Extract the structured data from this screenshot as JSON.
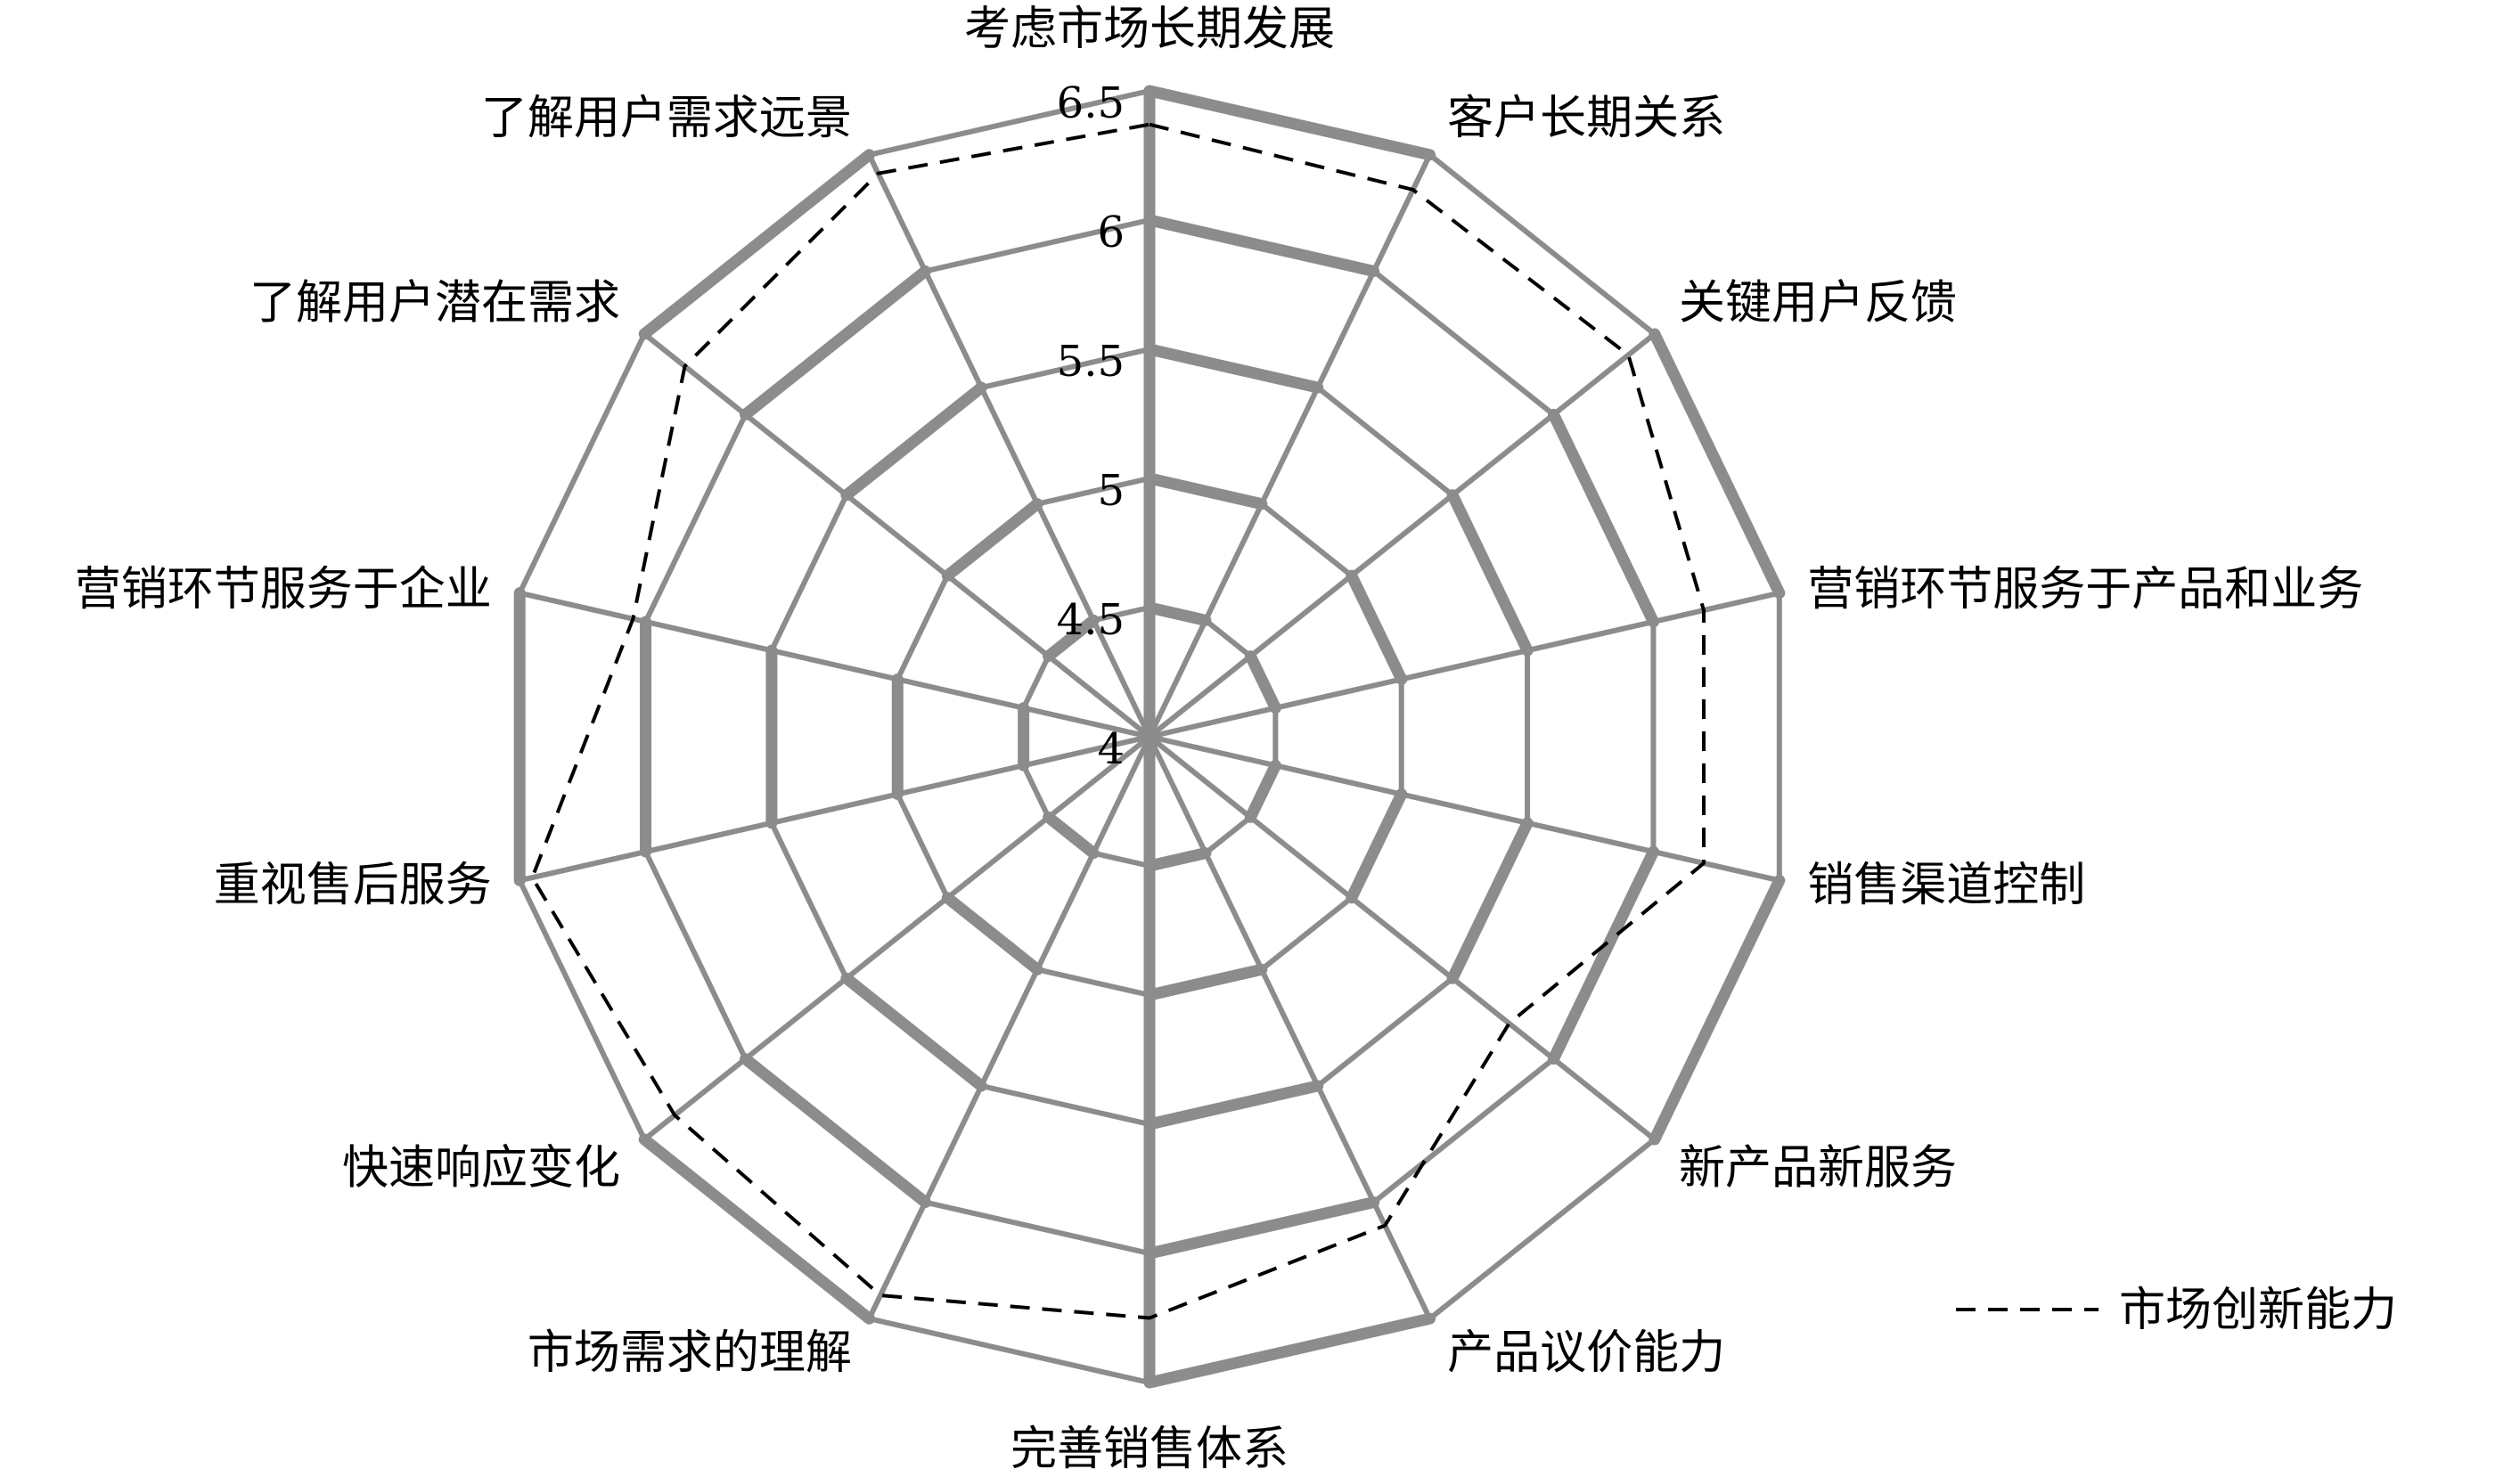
{
  "chart_data": {
    "type": "radar",
    "categories": [
      "考虑市场长期发展",
      "客户长期关系",
      "关键用户反馈",
      "营销环节服务于产品和业务",
      "销售渠道控制",
      "新产品新服务",
      "产品议价能力",
      "完善销售体系",
      "市场需求的理解",
      "快速响应变化",
      "重视售后服务",
      "营销环节服务于企业",
      "了解用户潜在需求",
      "了解用户需求远景"
    ],
    "axis": {
      "min": 4,
      "max": 6.5,
      "ticks": [
        "4",
        "4.5",
        "5",
        "5.5",
        "6",
        "6.5"
      ],
      "tick_values": [
        4,
        4.5,
        5,
        5.5,
        6,
        6.5
      ]
    },
    "series": [
      {
        "name": "市场创新能力",
        "style": "dashed",
        "color": "#000000",
        "values": [
          6.37,
          6.35,
          6.37,
          6.2,
          6.2,
          5.78,
          6.1,
          6.25,
          6.4,
          6.35,
          6.45,
          6.05,
          6.3,
          6.42
        ]
      }
    ],
    "grid": true,
    "grid_color": "#8c8c8c",
    "legend": {
      "position": "bottom-right",
      "entries": [
        "市场创新能力"
      ]
    }
  }
}
